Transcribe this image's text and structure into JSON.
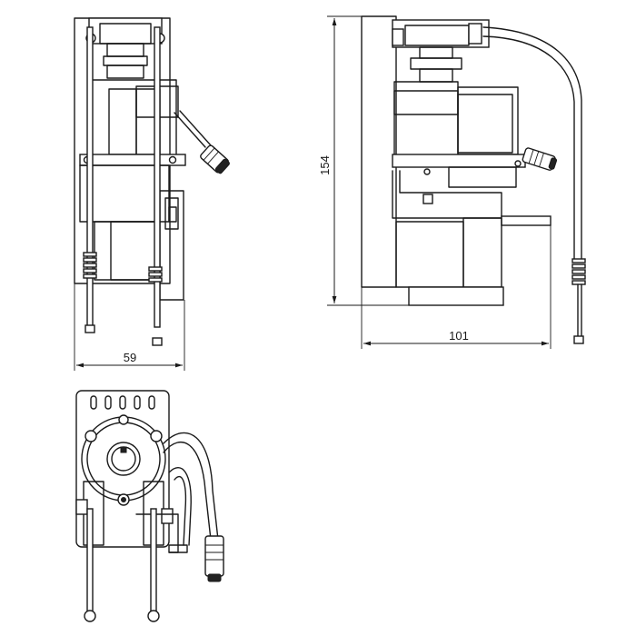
{
  "dimensions": {
    "width_front": "59",
    "height_side": "154",
    "width_side": "101"
  }
}
